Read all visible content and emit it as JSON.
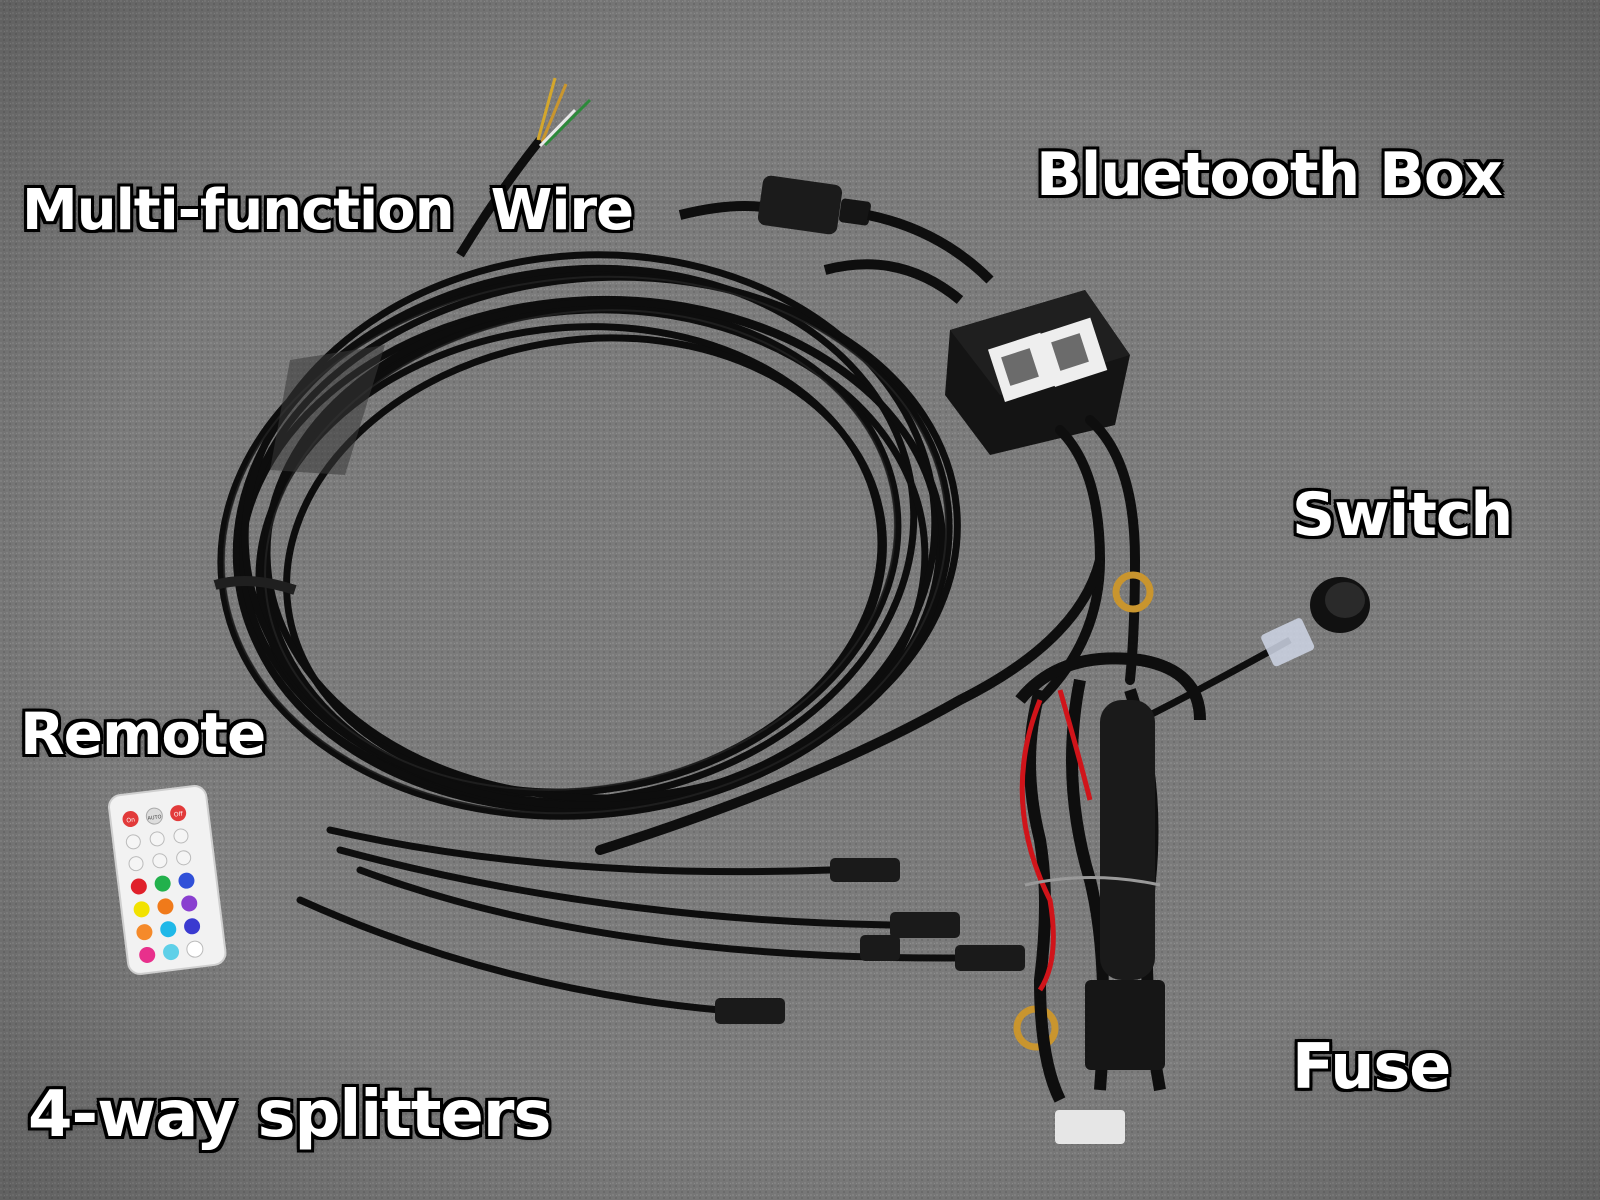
{
  "labels": {
    "multi_function_wire": "Multi-function  Wire",
    "bluetooth_box": "Bluetooth Box",
    "switch": "Switch",
    "remote": "Remote",
    "fuse": "Fuse",
    "four_way_splitters": "4-way splitters"
  },
  "remote_buttons": {
    "on": "On",
    "auto": "AUTO",
    "off": "Off"
  },
  "colors": {
    "carpet": "#7d7d7d",
    "cable": "#0e0e0e",
    "red_wire": "#d0141a",
    "ring_terminal": "#c9952e",
    "label_text": "#ffffff",
    "label_outline": "#000000"
  }
}
